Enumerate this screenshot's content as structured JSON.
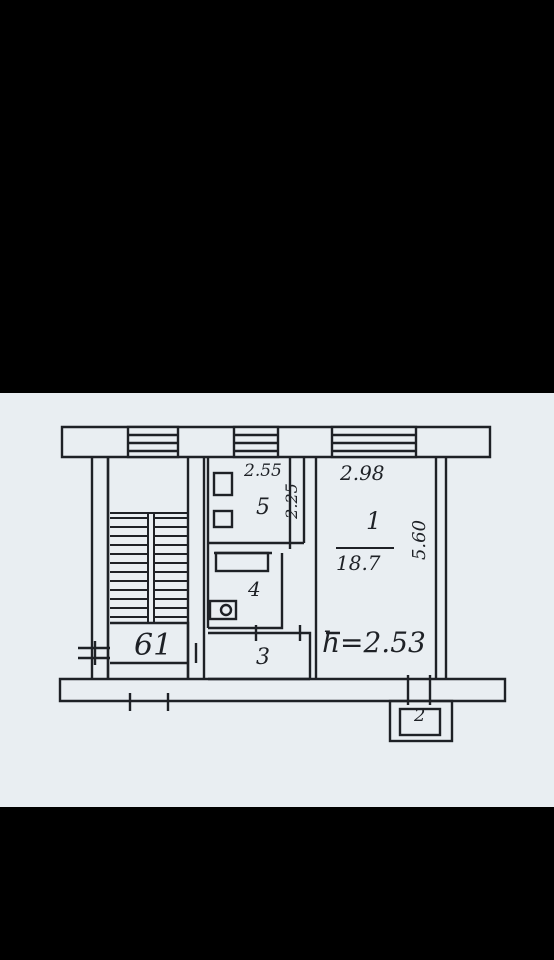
{
  "rooms": {
    "stair_number": "61",
    "room1_number": "1",
    "room1_area": "18.7",
    "room1_width": "2.98",
    "room1_length": "5.60",
    "room2_number": "2",
    "room3_number": "3",
    "room4_number": "4",
    "room5_number": "5",
    "room5_width": "2.55",
    "room5_length": "2.25",
    "ceiling_height": "h=2.53"
  },
  "colors": {
    "ink": "#1e2126",
    "paper": "#e9eef2",
    "background": "#000000"
  }
}
